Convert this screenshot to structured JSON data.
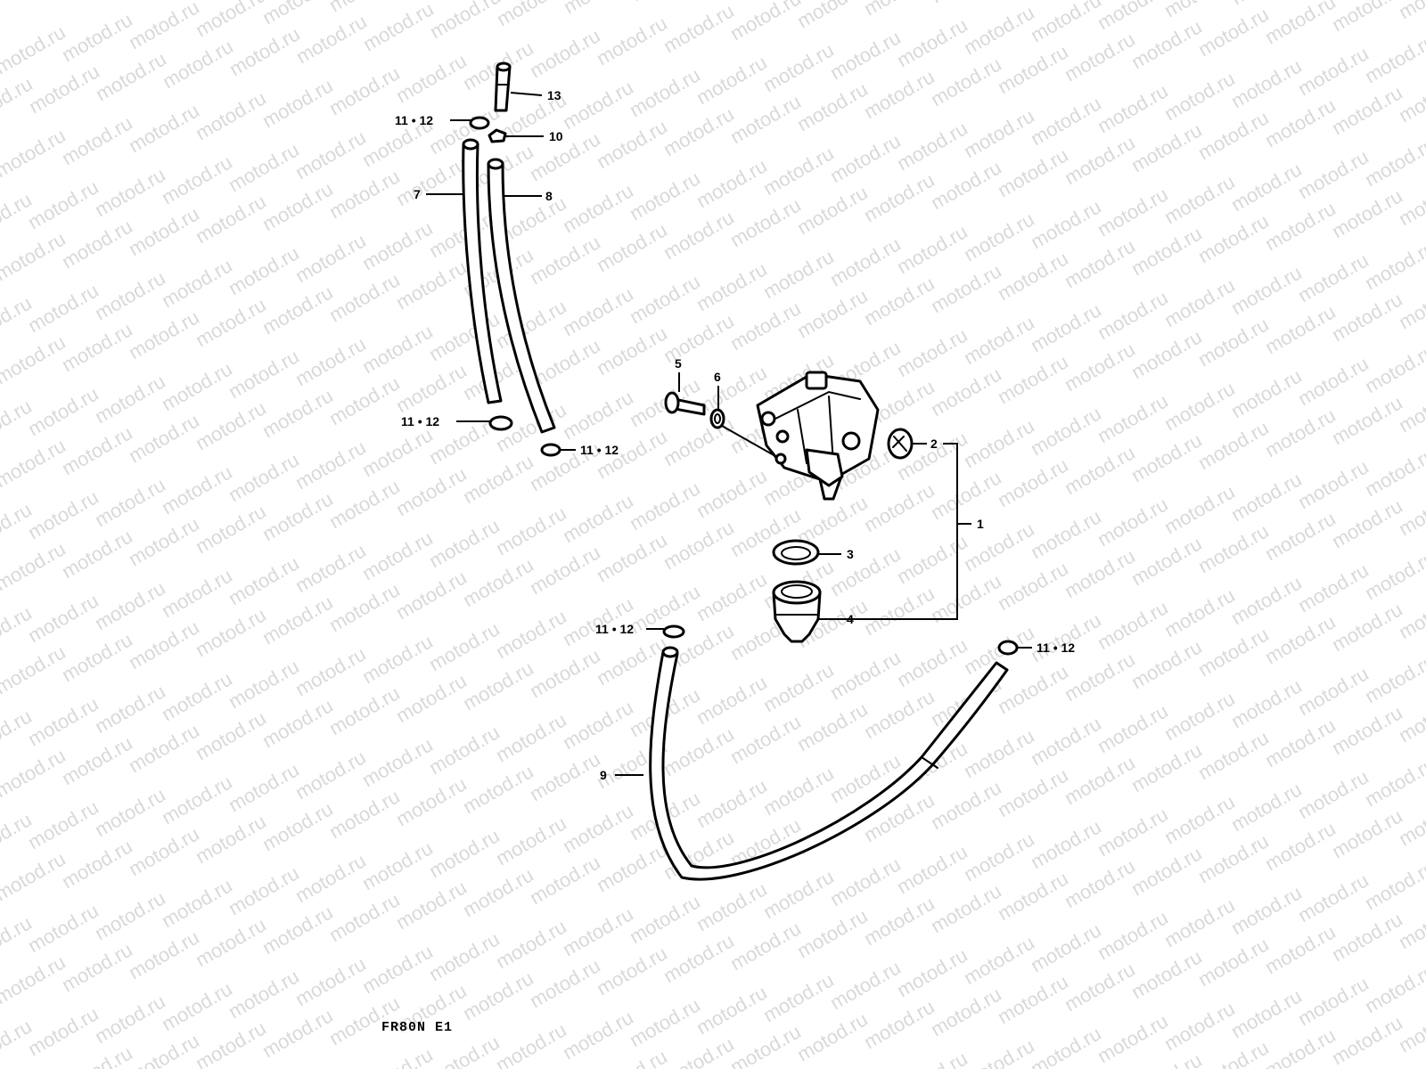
{
  "watermark": "motod.ru",
  "caption": "FR80N E1",
  "callouts": {
    "p1": "1",
    "p2": "2",
    "p3": "3",
    "p4": "4",
    "p5": "5",
    "p6": "6",
    "p7": "7",
    "p8": "8",
    "p9": "9",
    "p10": "10",
    "p13": "13",
    "clamp_a": "11 • 12",
    "clamp_b": "11 • 12",
    "clamp_c": "11 • 12",
    "clamp_d": "11 • 12",
    "clamp_e": "11 • 12"
  }
}
